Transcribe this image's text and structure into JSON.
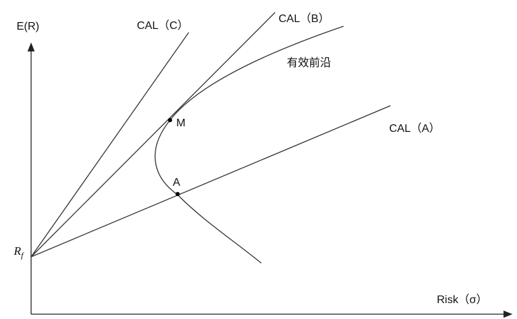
{
  "axes": {
    "y_label": "E(R)",
    "x_label": "Risk（σ）",
    "origin_label": "R",
    "origin_sub": "f"
  },
  "lines": {
    "cal_a": "CAL（A）",
    "cal_b": "CAL（B）",
    "cal_c": "CAL（C）"
  },
  "frontier_label": "有效前沿",
  "points": {
    "m": "M",
    "a": "A"
  }
}
